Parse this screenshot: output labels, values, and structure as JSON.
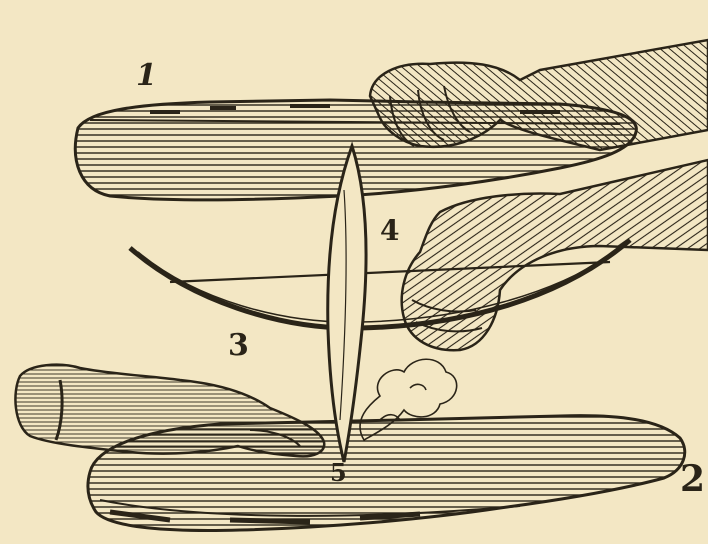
{
  "labels": {
    "l1": "1",
    "l2": "2",
    "l3": "3",
    "l4": "4",
    "l5": "5"
  },
  "colors": {
    "paper": "#f3e7c4",
    "ink": "#2a2418",
    "shade": "#4a3f2c"
  }
}
